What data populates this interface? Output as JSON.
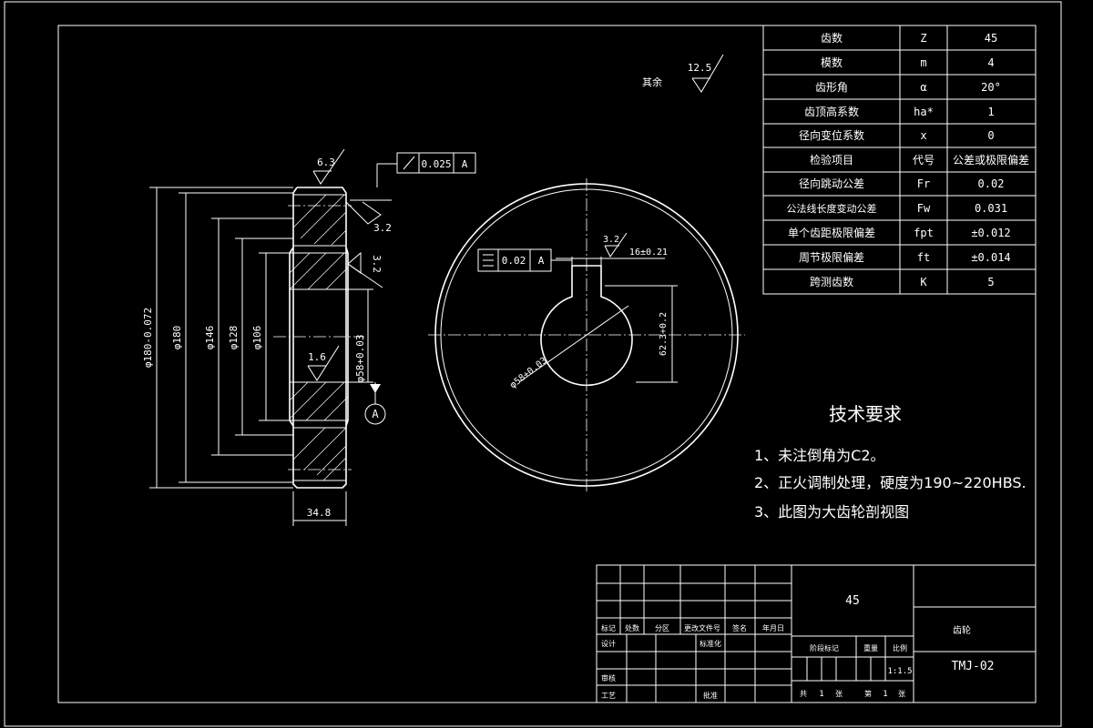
{
  "params_table": {
    "rows": [
      {
        "name": "齿数",
        "symbol": "Z",
        "value": "45"
      },
      {
        "name": "模数",
        "symbol": "m",
        "value": "4"
      },
      {
        "name": "齿形角",
        "symbol": "α",
        "value": "20°"
      },
      {
        "name": "齿顶高系数",
        "symbol": "ha*",
        "value": "1"
      },
      {
        "name": "径向变位系数",
        "symbol": "x",
        "value": "0"
      },
      {
        "name": "检验项目",
        "symbol": "代号",
        "value": "公差或极限偏差"
      },
      {
        "name": "径向跳动公差",
        "symbol": "Fr",
        "value": "0.02"
      },
      {
        "name": "公法线长度变动公差",
        "symbol": "Fw",
        "value": "0.031"
      },
      {
        "name": "单个齿距极限偏差",
        "symbol": "fpt",
        "value": "±0.012"
      },
      {
        "name": "周节极限偏差",
        "symbol": "ft",
        "value": "±0.014"
      },
      {
        "name": "跨测齿数",
        "symbol": "K",
        "value": "5"
      }
    ]
  },
  "surface": {
    "rest_label": "其余",
    "rest_value": "12.5",
    "top_rough": "6.3",
    "right_rough_1": "3.2",
    "right_rough_2": "3.2",
    "bore_rough": "1.6",
    "key_rough": "3.2"
  },
  "section_view": {
    "dims": {
      "od": "φ180-0.072",
      "d180": "φ180",
      "d146": "φ146",
      "d128": "φ128",
      "d106": "φ106",
      "bore": "φ58+0.03",
      "width": "34.8"
    },
    "runout": {
      "value": "0.025",
      "datum": "A"
    },
    "datum_label": "A"
  },
  "front_view": {
    "symmetry": {
      "value": "0.02",
      "datum": "A"
    },
    "key_width": "16±0.21",
    "key_depth": "62.3+0.2",
    "bore": "φ58+0.03"
  },
  "requirements": {
    "title": "技术要求",
    "items": [
      "1、未注倒角为C2。",
      "2、正火调制处理，硬度为190~220HBS.",
      "3、此图为大齿轮剖视图"
    ]
  },
  "title_block": {
    "material": "45",
    "part_name": "齿轮",
    "drawing_no": "TMJ-02",
    "scale": "1:1.5",
    "headers": [
      "标记",
      "处数",
      "分区",
      "更改文件号",
      "签名",
      "年月日"
    ],
    "roles": [
      "设计",
      "标准化",
      "审核",
      "工艺",
      "批准"
    ],
    "stage_labels": [
      "阶段标记",
      "重量",
      "比例"
    ],
    "sheet": {
      "total_label": "共",
      "total": "1",
      "sheet_unit": "张",
      "current_label": "第",
      "current": "1",
      "current_unit": "张"
    }
  }
}
